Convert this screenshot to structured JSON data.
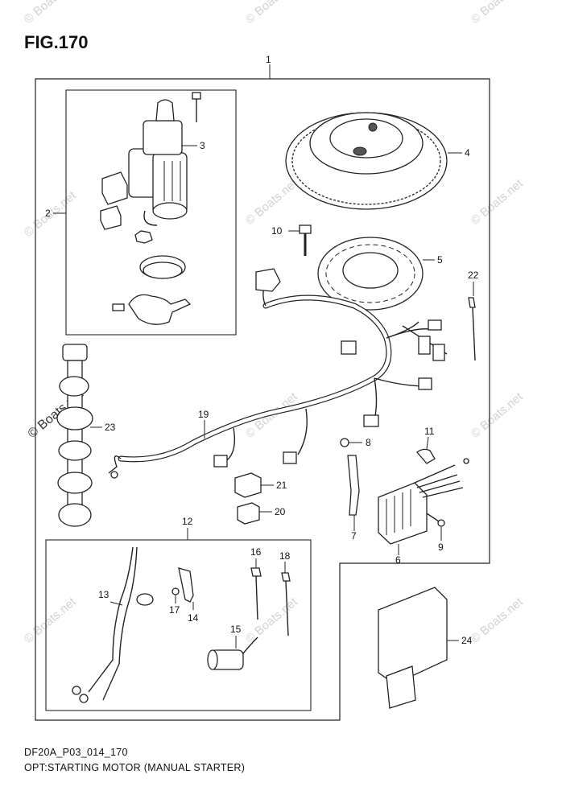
{
  "figure": {
    "title": "FIG.170",
    "code": "DF20A_P03_014_170",
    "caption": "OPT:STARTING MOTOR (MANUAL STARTER)"
  },
  "watermark": "© Boats.net",
  "callouts": {
    "p1": "1",
    "p2": "2",
    "p3": "3",
    "p4": "4",
    "p5": "5",
    "p6": "6",
    "p7": "7",
    "p8": "8",
    "p9": "9",
    "p10": "10",
    "p11": "11",
    "p12": "12",
    "p13": "13",
    "p14": "14",
    "p15": "15",
    "p16": "16",
    "p17": "17",
    "p18": "18",
    "p19": "19",
    "p20": "20",
    "p21": "21",
    "p22": "22",
    "p23": "23",
    "p24": "24"
  }
}
